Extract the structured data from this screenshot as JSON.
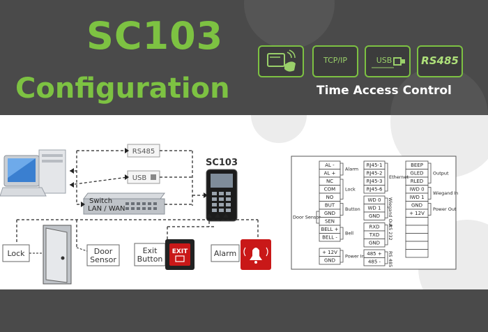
{
  "header": {
    "title": "SC103",
    "subtitle": "Configuration",
    "tagline": "Time Access Control",
    "badges": [
      {
        "icon": "rfid-card-icon",
        "label": ""
      },
      {
        "icon": "tcp-ip-icon",
        "label": "TCP/IP"
      },
      {
        "icon": "usb-icon",
        "label": "USB"
      },
      {
        "icon": "rs485-icon",
        "label": "RS485"
      }
    ]
  },
  "diagram": {
    "device_label": "SC103",
    "rs485_label": "RS485",
    "usb_label": "USB",
    "switch_label_1": "Switch",
    "switch_label_2": "LAN / WAN",
    "lock_label": "Lock",
    "door_sensor_1": "Door",
    "door_sensor_2": "Sensor",
    "exit_button_1": "Exit",
    "exit_button_2": "Button",
    "exit_sign": "EXIT",
    "alarm_label": "Alarm"
  },
  "wiring": {
    "col1_pins": [
      "AL -",
      "AL +",
      "NC",
      "COM",
      "NO",
      "BUT",
      "GND",
      "SEN",
      "BELL +",
      "BELL -"
    ],
    "col1_power": [
      "+ 12V",
      "GND"
    ],
    "col1_groups": [
      "Alarm",
      "Lock",
      "Button",
      "Bell",
      "Power In"
    ],
    "door_sensor_label": "Door Sensor",
    "col2_pins_eth": [
      "RJ45-1",
      "RJ45-2",
      "RJ45-3",
      "RJ45-6"
    ],
    "col2_pins_wg": [
      "WD 0",
      "WD 1",
      "GND"
    ],
    "col2_pins_rs232": [
      "RXD",
      "TXD",
      "GND"
    ],
    "col2_pins_rs485": [
      "485 +",
      "485 -"
    ],
    "col2_groups": [
      "Ethernet",
      "Wiegand Out",
      "RS 232",
      "RS 485"
    ],
    "col3_pins": [
      "BEEP",
      "GLED",
      "RLED",
      "IWD 0",
      "IWD 1",
      "GND",
      "+ 12V"
    ],
    "col3_groups": [
      "Output",
      "Wiegand In",
      "Power Out"
    ]
  }
}
